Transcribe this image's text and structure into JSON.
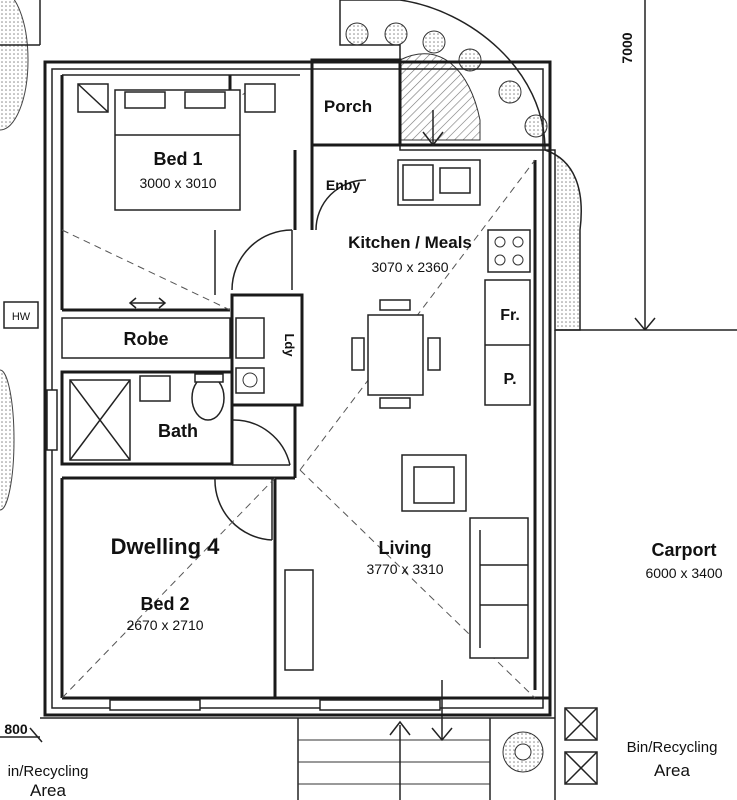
{
  "rooms": {
    "bed1": {
      "name": "Bed 1",
      "dims": "3000 x 3010"
    },
    "porch": {
      "name": "Porch"
    },
    "entry": {
      "name": "Enby"
    },
    "kitchen": {
      "name": "Kitchen / Meals",
      "dims": "3070 x 2360"
    },
    "robe": {
      "name": "Robe"
    },
    "bath": {
      "name": "Bath"
    },
    "fridge": {
      "name": "Fr."
    },
    "pantry": {
      "name": "P."
    },
    "laundry": {
      "name": "Ldy"
    },
    "living": {
      "name": "Living",
      "dims": "3770 x 3310"
    },
    "bed2": {
      "name": "Bed 2",
      "dims": "2670 x 2710"
    },
    "carport": {
      "name": "Carport",
      "dims": "6000 x 3400"
    }
  },
  "dwelling_label": "Dwelling 4",
  "hot_water": "HW",
  "dimension_right": "7000",
  "dimension_left": "800",
  "bin_area_left": {
    "line1": "in/Recycling",
    "line2": "Area"
  },
  "bin_area_right": {
    "line1": "Bin/Recycling",
    "line2": "Area"
  }
}
